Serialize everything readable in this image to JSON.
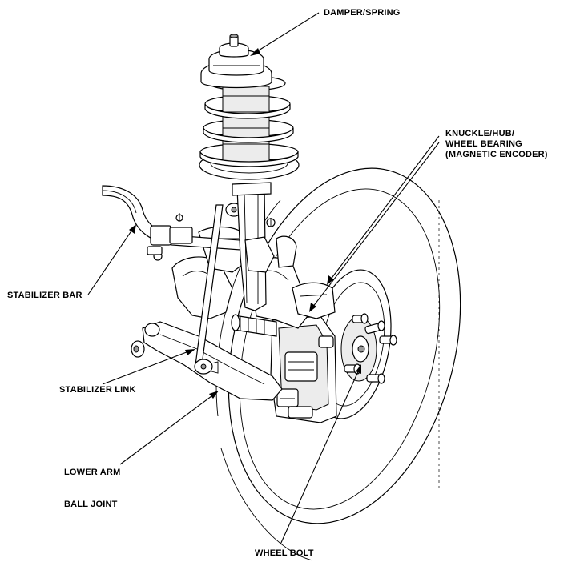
{
  "labels": {
    "damper_spring": "DAMPER/SPRING",
    "knuckle_line1": "KNUCKLE/HUB/",
    "knuckle_line2": "WHEEL BEARING",
    "knuckle_line3": "(MAGNETIC ENCODER)",
    "stabilizer_bar": "STABILIZER BAR",
    "stabilizer_link": "STABILIZER LINK",
    "lower_arm": "LOWER ARM",
    "ball_joint": "BALL JOINT",
    "wheel_bolt": "WHEEL BOLT"
  }
}
